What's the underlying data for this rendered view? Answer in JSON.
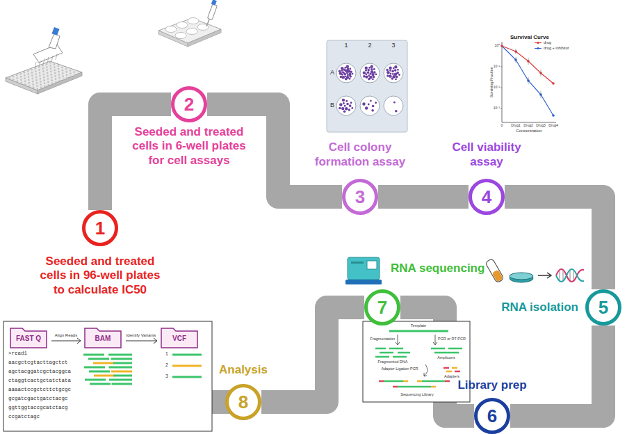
{
  "diagram": {
    "nodes": [
      {
        "text": [
          "1",
          "Seeded and treated cells in 96-well plates to calculate IC50"
        ]
      },
      {
        "text": [
          "2",
          "Seeded and treated cells in 6-well plates for cell assays"
        ]
      },
      {
        "text": [
          "3",
          "Cell colony formation assay"
        ]
      },
      {
        "text": [
          "4",
          "Cell viability assay"
        ]
      },
      {
        "text": [
          "5",
          "RNA isolation"
        ]
      },
      {
        "text": [
          "6",
          "Library prep"
        ]
      },
      {
        "text": [
          "7",
          "RNA sequencing"
        ]
      },
      {
        "text": [
          "8",
          "Analysis"
        ]
      }
    ],
    "edges": [
      {
        "from": 0,
        "to": 1,
        "arrow": "none"
      },
      {
        "from": 1,
        "to": 2,
        "arrow": "none"
      },
      {
        "from": 2,
        "to": 3,
        "arrow": "none"
      },
      {
        "from": 3,
        "to": 4,
        "arrow": "none"
      },
      {
        "from": 4,
        "to": 5,
        "arrow": "none"
      },
      {
        "from": 5,
        "to": 6,
        "arrow": "none"
      },
      {
        "from": 6,
        "to": 7,
        "arrow": "none"
      }
    ],
    "labels": [
      "1",
      "2",
      "3",
      "A",
      "B",
      "Survival Curve",
      "Surviving Fraction",
      "Concentration",
      "10⁰",
      "10⁻¹",
      "10⁻²",
      "10⁻³",
      "0",
      "Drug1",
      "Drug2",
      "Drug3",
      "Drug4",
      "Template",
      "Fragmentation",
      "PCR or RT-PCR",
      "Fragmented DNA",
      "Amplicons",
      "Adapter Ligation PCR",
      "Adapters",
      "Sequencing Library",
      "FAST Q",
      "Align Reads",
      "BAM",
      "Identify Variants",
      "VCF",
      ">read1",
      "aacgctcgtacttagctct",
      "agctacggatcgctacggca",
      "ctaggtcactgctatctata",
      "aaaactccgctcttctgcgc",
      "gcgatcgactgatctacgc",
      "ggttggtaccgcatctacg",
      "ccgatctagc",
      "1",
      "2",
      "3"
    ],
    "legend": [
      {
        "text": "drug"
      },
      {
        "text": "drug + inhibitor"
      }
    ]
  }
}
